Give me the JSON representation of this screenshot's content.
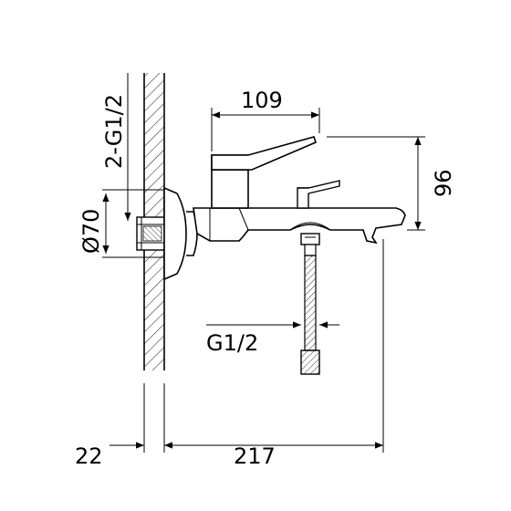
{
  "dimensions": {
    "thread_connections": "2-G1/2",
    "flange_diameter": "Ø70",
    "spout_reach": "109",
    "body_height": "96",
    "hose_thread": "G1/2",
    "wall_offset": "22",
    "total_depth": "217"
  }
}
